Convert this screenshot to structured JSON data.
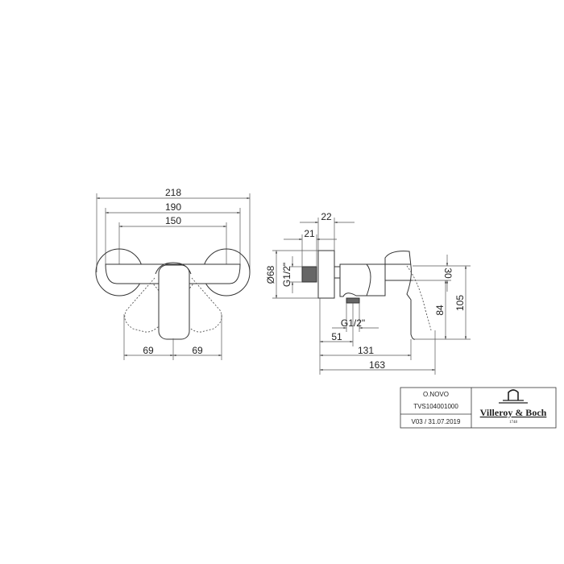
{
  "front_view": {
    "dims": {
      "overall": "218",
      "mid": "190",
      "inner": "150",
      "left_swing": "69",
      "right_swing": "69"
    }
  },
  "side_view": {
    "dims": {
      "top_22": "22",
      "top_21": "21",
      "diameter": "Ø68",
      "thread_vertical": "G1/2\"",
      "thread_bottom": "G1/2\"",
      "d51": "51",
      "d131": "131",
      "d163": "163",
      "d30": "30",
      "d84": "84",
      "d105": "105"
    }
  },
  "title_block": {
    "product": "O.NOVO",
    "article": "TVS104001000",
    "version_date": "V03 / 31.07.2019",
    "brand": "Villeroy & Boch",
    "brand_year": "1748"
  }
}
